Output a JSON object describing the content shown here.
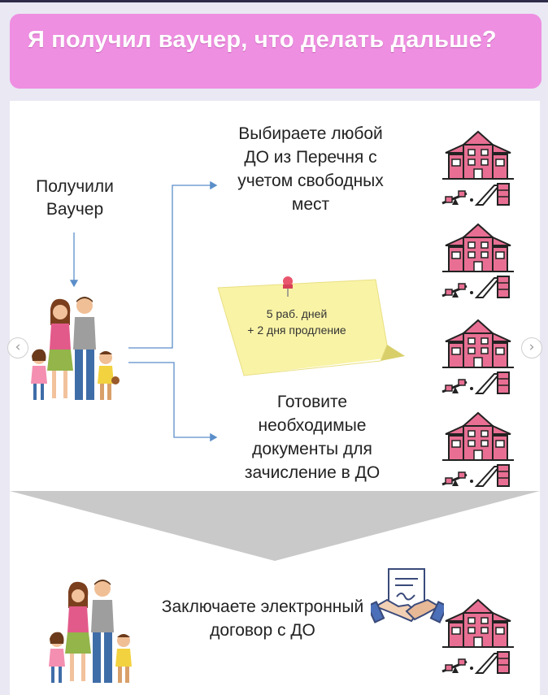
{
  "header": {
    "title": "Я получил ваучер, что делать дальше?"
  },
  "steps": {
    "received": "Получили Ваучер",
    "choose": "Выбираете любой ДО из Перечня с учетом свободных мест",
    "prepare": "Готовите необходимые документы для зачисление в ДО",
    "conclude": "Заключаете электронный договор с ДО"
  },
  "note": {
    "line1": "5 раб. дней",
    "line2": "+ 2 дня продление"
  },
  "nav": {
    "prev_icon": "chevron-left-icon",
    "next_icon": "chevron-right-icon"
  },
  "colors": {
    "title_bg": "#ee8fe1",
    "arrow": "#5b8ec9",
    "building": "#e86f93",
    "note": "#f9f3a6"
  }
}
